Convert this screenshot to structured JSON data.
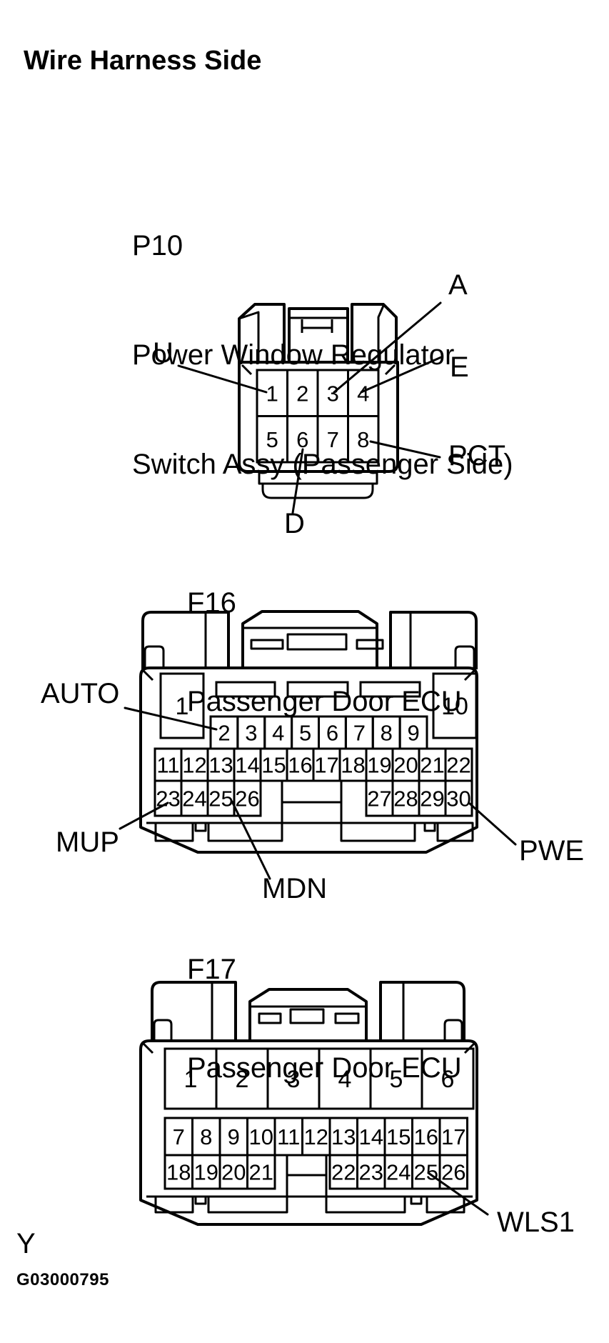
{
  "page": {
    "title": "Wire Harness Side",
    "section_letter": "Y",
    "figure_code": "G03000795",
    "ink": "#000000",
    "paper": "#ffffff"
  },
  "connectors": {
    "p10": {
      "id": "P10",
      "desc_line1": "Power Window Regulator",
      "desc_line2": "Switch Assy (Passenger Side)",
      "pins_row1": [
        "1",
        "2",
        "3",
        "4"
      ],
      "pins_row2": [
        "5",
        "6",
        "7",
        "8"
      ],
      "labels": {
        "u": {
          "text": "U",
          "pin": "1"
        },
        "a": {
          "text": "A",
          "pin": "3"
        },
        "e": {
          "text": "E",
          "pin": "4"
        },
        "pct": {
          "text": "PCT",
          "pin": "8"
        },
        "d": {
          "text": "D",
          "pin": "6"
        }
      }
    },
    "f16": {
      "id": "F16",
      "desc": "Passenger Door ECU",
      "pin_big_left": [
        "1"
      ],
      "pin_big_right": [
        "10"
      ],
      "pins_row_top": [
        "2",
        "3",
        "4",
        "5",
        "6",
        "7",
        "8",
        "9"
      ],
      "pins_row_mid": [
        "11",
        "12",
        "13",
        "14",
        "15",
        "16",
        "17",
        "18",
        "19",
        "20",
        "21",
        "22"
      ],
      "pins_row_bottom_left": [
        "23",
        "24",
        "25",
        "26"
      ],
      "pins_row_bottom_right": [
        "27",
        "28",
        "29",
        "30"
      ],
      "labels": {
        "auto": {
          "text": "AUTO",
          "pin": "2"
        },
        "mup": {
          "text": "MUP",
          "pin": "23"
        },
        "mdn": {
          "text": "MDN",
          "pin": "25"
        },
        "pwe": {
          "text": "PWE",
          "pin": "30"
        }
      }
    },
    "f17": {
      "id": "F17",
      "desc": "Passenger Door ECU",
      "pins_row1": [
        "1",
        "2",
        "3",
        "4",
        "5",
        "6"
      ],
      "pins_row2": [
        "7",
        "8",
        "9",
        "10",
        "11",
        "12",
        "13",
        "14",
        "15",
        "16",
        "17"
      ],
      "pins_row3_left": [
        "18",
        "19",
        "20",
        "21"
      ],
      "pins_row3_right": [
        "22",
        "23",
        "24",
        "25",
        "26"
      ],
      "labels": {
        "wls1": {
          "text": "WLS1",
          "pin": "25"
        }
      }
    }
  }
}
